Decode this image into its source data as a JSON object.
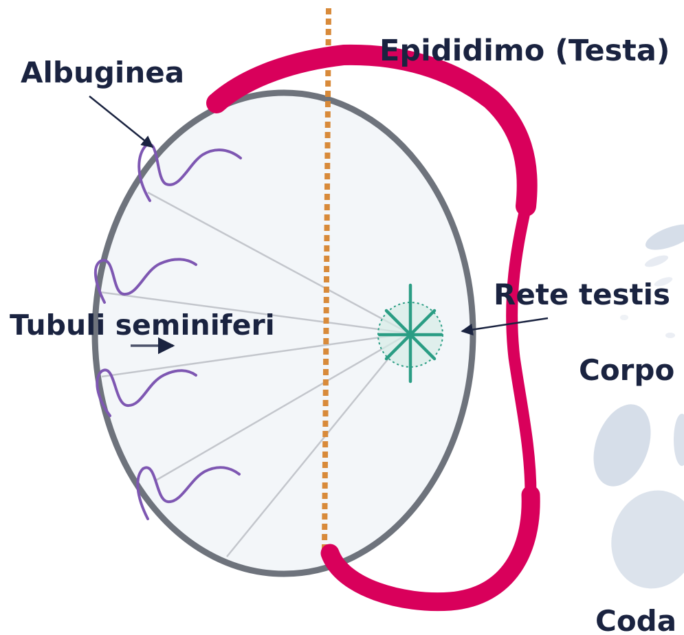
{
  "labels": {
    "albuginea": "Albuginea",
    "epididimo_testa": "Epididimo (Testa)",
    "rete_testis": "Rete testis",
    "tubuli_seminiferi": "Tubuli seminiferi",
    "corpo": "Corpo",
    "coda": "Coda"
  },
  "colors": {
    "testis_fill": "#f3f6f9",
    "testis_outline": "#6e737c",
    "epididymis": "#d9005b",
    "midline": "#d88a3a",
    "tubules": "#7e57b2",
    "rete": "#2a9d84",
    "rays": "#c3c6cc",
    "background_blobs": "#c9d3e2",
    "text": "#1a2340"
  }
}
